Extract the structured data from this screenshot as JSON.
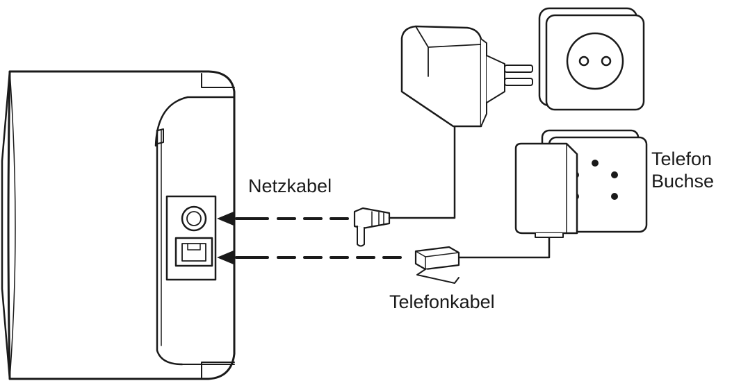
{
  "labels": {
    "power_cable": "Netzkabel",
    "phone_cable": "Telefonkabel",
    "phone_jack_line1": "Telefon",
    "phone_jack_line2": "Buchse"
  },
  "colors": {
    "line": "#1a1a1a",
    "fill": "#ffffff"
  }
}
